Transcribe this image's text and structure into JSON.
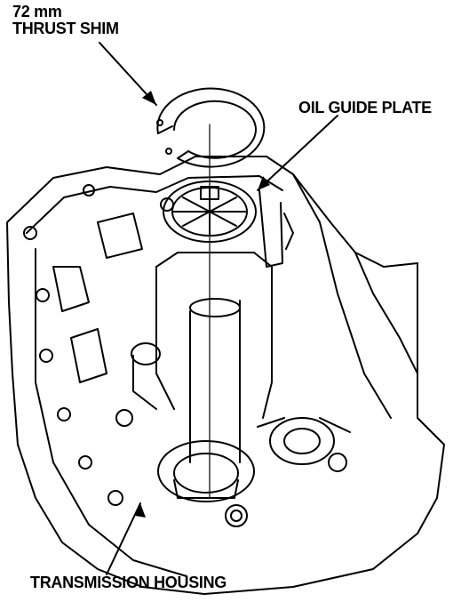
{
  "labels": {
    "thrust_shim_line1": "72 mm",
    "thrust_shim_line2": "THRUST SHIM",
    "oil_guide_plate": "OIL GUIDE PLATE",
    "transmission_housing": "TRANSMISSION HOUSING"
  },
  "colors": {
    "ink": "#000000",
    "paper": "#ffffff"
  }
}
